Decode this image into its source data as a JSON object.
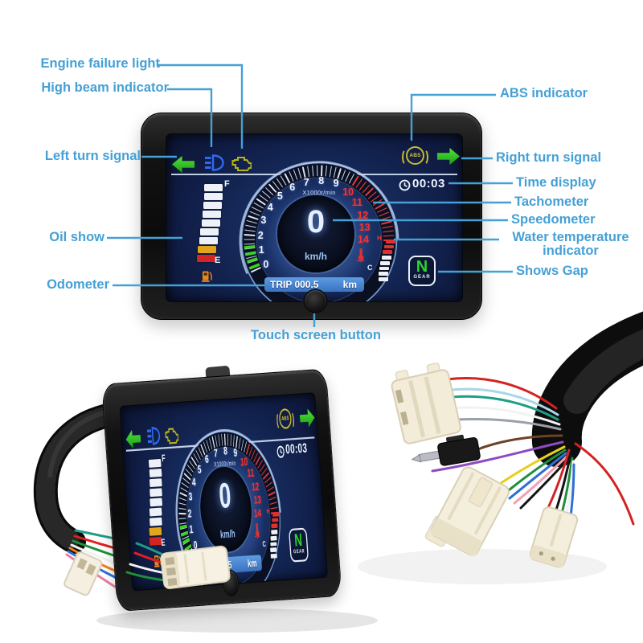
{
  "colors": {
    "accent": "#45a0d6",
    "screen_blue": "#16264e",
    "turn_green": "#2fbf1e",
    "warn_yellow": "#c9b832",
    "high_beam_blue": "#2e6af0",
    "redline": "#f23434",
    "fuel_low_red": "#d62424",
    "fuel_mid_amber": "#e2a51c",
    "gear_green": "#2ed22e",
    "trip_bar_blue": "#4a86c8"
  },
  "labels": {
    "engine_failure": "Engine failure light",
    "high_beam": "High beam indicator",
    "left_turn": "Left turn signal",
    "oil_show": "Oil show",
    "odometer": "Odometer",
    "abs": "ABS indicator",
    "right_turn": "Right turn signal",
    "time_display": "Time display",
    "tachometer": "Tachometer",
    "speedometer": "Speedometer",
    "water_temp_line1": "Water temperature",
    "water_temp_line2": "indicator",
    "shows_gap": "Shows Gap",
    "touch_button": "Touch screen button"
  },
  "dashboard": {
    "time": "00:03",
    "speed": "0",
    "speed_unit": "km/h",
    "trip_label": "TRIP 000.5",
    "trip_unit": "km",
    "tach_unit": "X1000r/min",
    "gear": "N",
    "gear_label": "GEAR",
    "fuel_full": "F",
    "fuel_empty": "E",
    "temp_hot": "H",
    "temp_cold": "C",
    "abs_text": "ABS",
    "tach_numbers": [
      {
        "v": "0",
        "red": false
      },
      {
        "v": "1",
        "red": false
      },
      {
        "v": "2",
        "red": false
      },
      {
        "v": "3",
        "red": false
      },
      {
        "v": "4",
        "red": false
      },
      {
        "v": "5",
        "red": false
      },
      {
        "v": "6",
        "red": false
      },
      {
        "v": "7",
        "red": false
      },
      {
        "v": "8",
        "red": false
      },
      {
        "v": "9",
        "red": false
      },
      {
        "v": "10",
        "red": true
      },
      {
        "v": "11",
        "red": true
      },
      {
        "v": "12",
        "red": true
      },
      {
        "v": "13",
        "red": true
      },
      {
        "v": "14",
        "red": true
      }
    ],
    "fuel_bars": [
      "w",
      "w",
      "w",
      "w",
      "w",
      "w",
      "w",
      "y",
      "r"
    ],
    "temp_bars": [
      "r",
      "r",
      "r",
      "w",
      "w",
      "w",
      "w",
      "w"
    ]
  }
}
